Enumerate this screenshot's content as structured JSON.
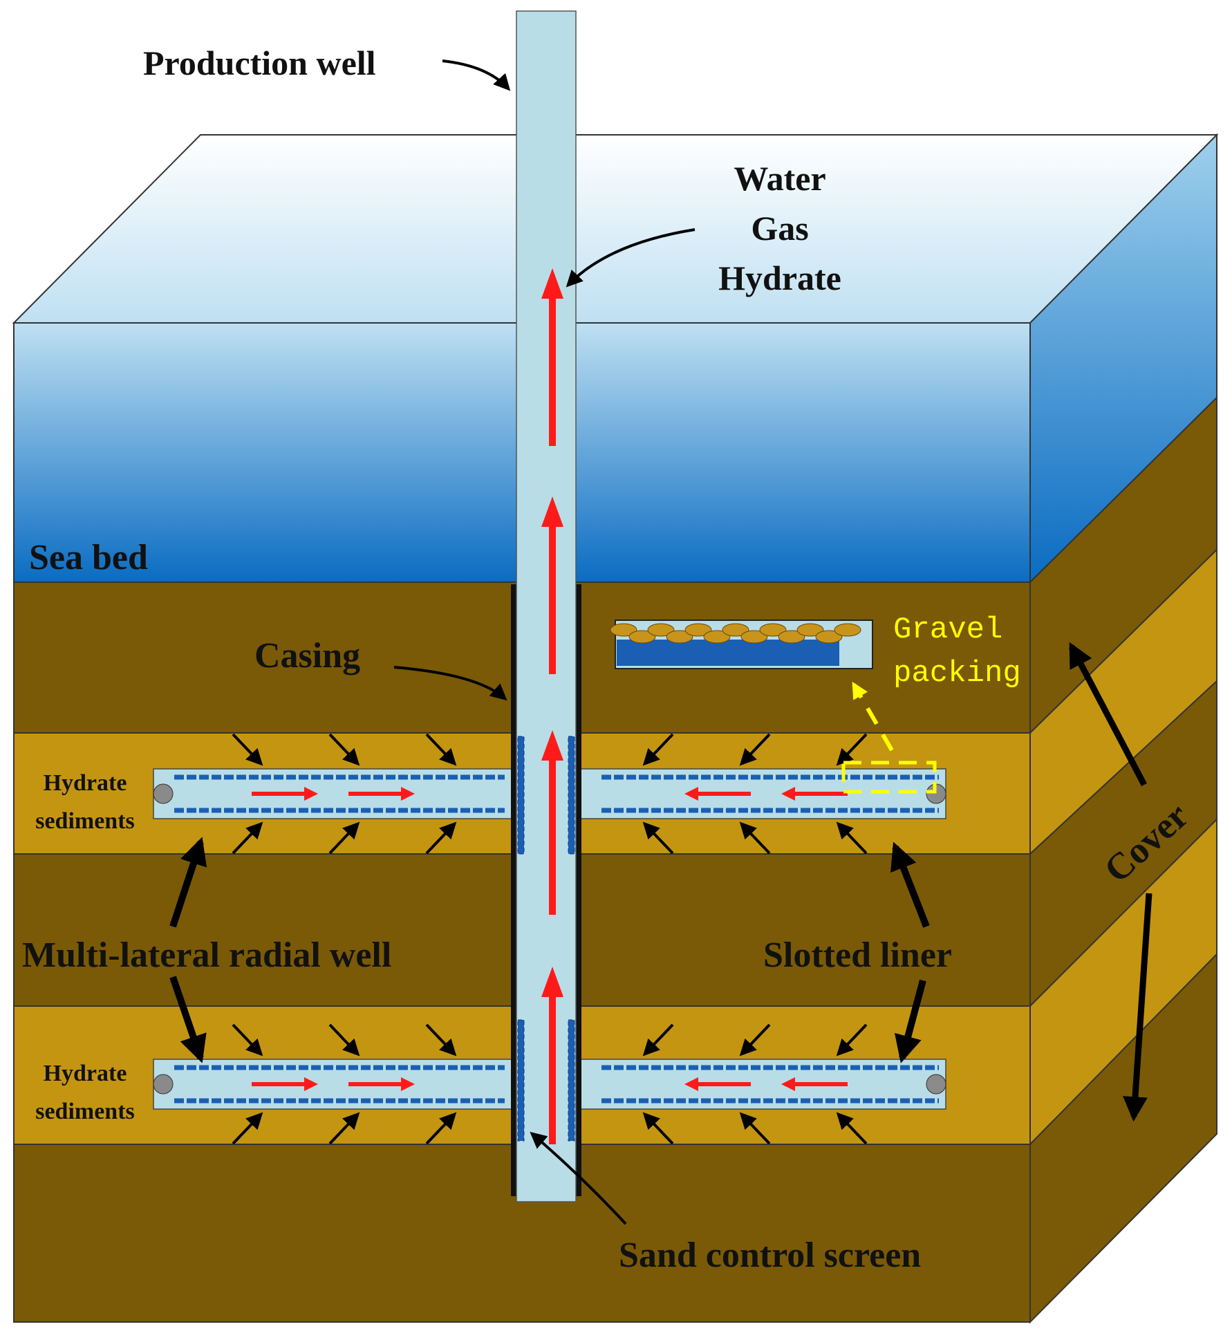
{
  "labels": {
    "production_well": "Production well",
    "water": "Water",
    "gas": "Gas",
    "hydrate": "Hydrate",
    "sea_bed": "Sea bed",
    "casing": "Casing",
    "gravel": "Gravel",
    "packing": "packing",
    "hydrate_sediments_line1": "Hydrate",
    "hydrate_sediments_line2": "sediments",
    "multi_lateral_radial_well": "Multi-lateral radial well",
    "slotted_liner": "Slotted liner",
    "cover": "Cover",
    "sand_control_screen": "Sand control screen"
  },
  "colors": {
    "sea_top": "#ffffff",
    "sea_bottom": "#0a6ec4",
    "mud_dark": "#7a5a06",
    "mud_light": "#c49510",
    "pipe": "#b9dde6",
    "flow_arrow": "#ff1a1a",
    "screen": "#1a5fb4",
    "callout_yellow": "#ffff00",
    "gravel": "#c8941c"
  }
}
